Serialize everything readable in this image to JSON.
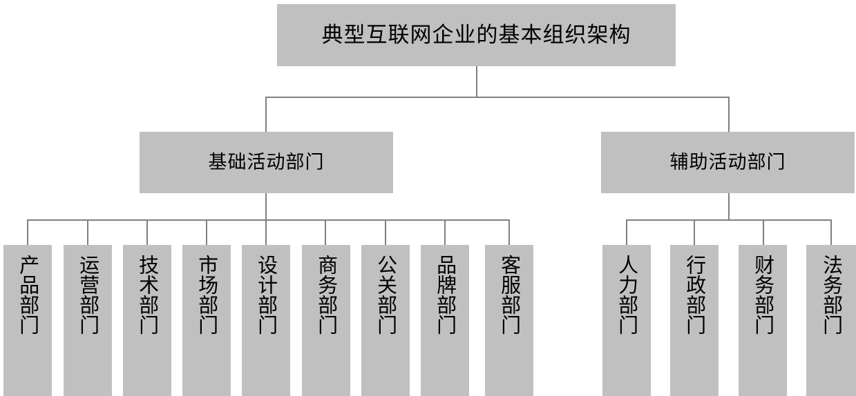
{
  "diagram": {
    "type": "org-chart",
    "orientation": "top-down",
    "colors": {
      "node_fill": "#c0c0c0",
      "connector": "#7f7f7f",
      "text": "#000000",
      "background": "#ffffff"
    },
    "root": {
      "label": "典型互联网企业的基本组织架构"
    },
    "branches": [
      {
        "label": "基础活动部门",
        "children": [
          {
            "label": "产品部门"
          },
          {
            "label": "运营部门"
          },
          {
            "label": "技术部门"
          },
          {
            "label": "市场部门"
          },
          {
            "label": "设计部门"
          },
          {
            "label": "商务部门"
          },
          {
            "label": "公关部门"
          },
          {
            "label": "品牌部门"
          },
          {
            "label": "客服部门"
          }
        ]
      },
      {
        "label": "辅助活动部门",
        "children": [
          {
            "label": "人力部门"
          },
          {
            "label": "行政部门"
          },
          {
            "label": "财务部门"
          },
          {
            "label": "法务部门"
          }
        ]
      }
    ]
  }
}
